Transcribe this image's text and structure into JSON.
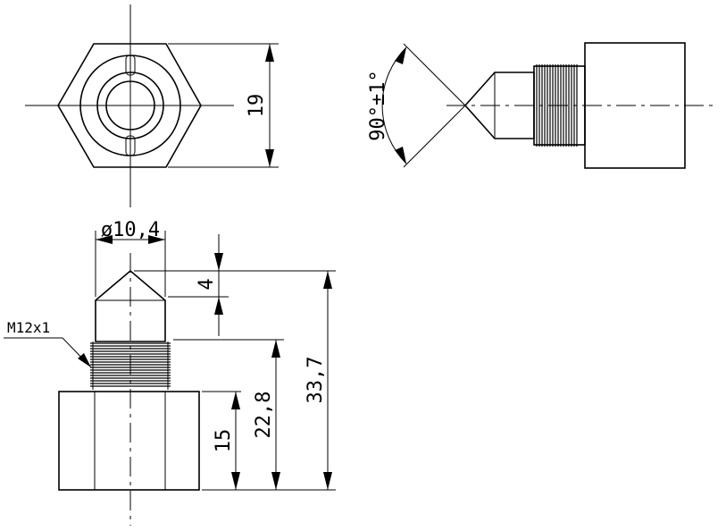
{
  "dimensions": {
    "hex_across_flats": "19",
    "cone_angle": "90°±1°",
    "tip_diameter": "ø10,4",
    "tip_length": "4",
    "overall_length": "33,7",
    "thread_to_base": "22,8",
    "base_height": "15",
    "thread_spec": "M12x1"
  }
}
